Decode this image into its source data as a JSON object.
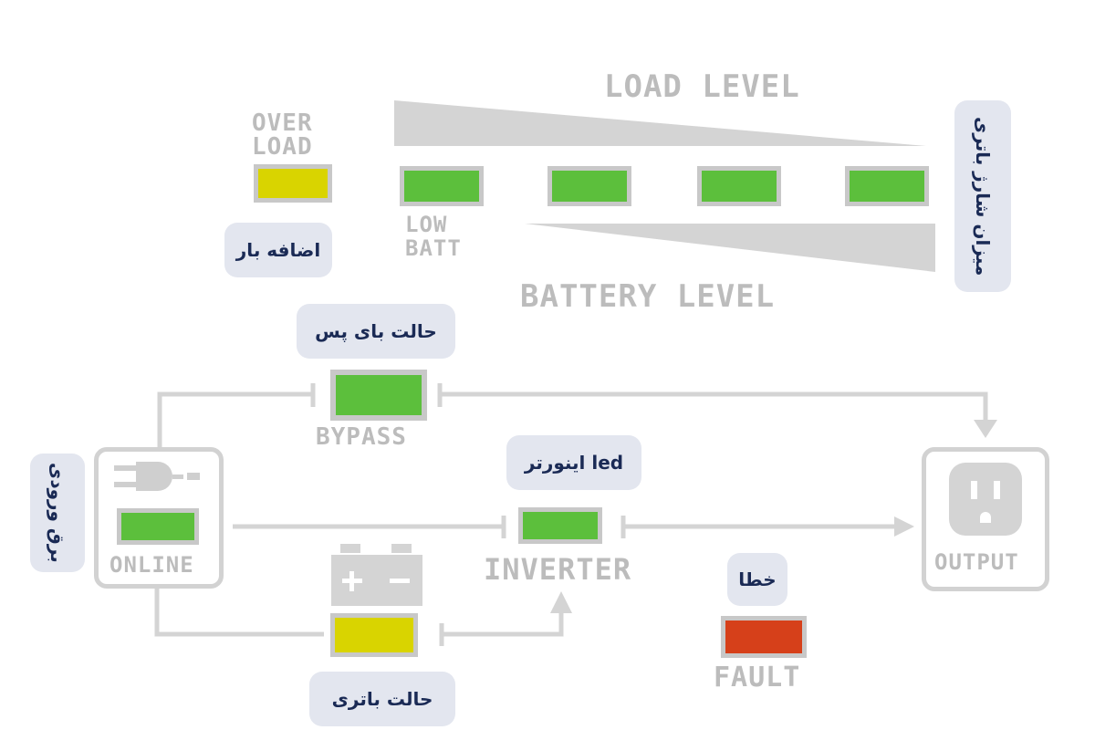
{
  "panel": {
    "load_level": "LOAD LEVEL",
    "battery_level": "BATTERY LEVEL",
    "over_load_line1": "OVER",
    "over_load_line2": "LOAD",
    "low_batt_line1": "LOW",
    "low_batt_line2": "BATT",
    "bypass": "BYPASS",
    "online": "ONLINE",
    "inverter": "INVERTER",
    "fault": "FAULT",
    "output": "OUTPUT"
  },
  "badges": {
    "overload": "اضافه بار",
    "battery_charge": "میزان شارژ باتری",
    "bypass_mode": "حالت بای پس",
    "inverter_led": "led اینورتر",
    "input_power": "برق ورودی",
    "fault": "خطا",
    "battery_mode": "حالت باتری"
  },
  "colors": {
    "led_green": "#5cbf3c",
    "led_yellow": "#d9d400",
    "led_red": "#d6401a",
    "panel_gray": "#c8c8c8",
    "badge_bg": "#e3e6ef",
    "badge_text": "#1a2a55"
  }
}
